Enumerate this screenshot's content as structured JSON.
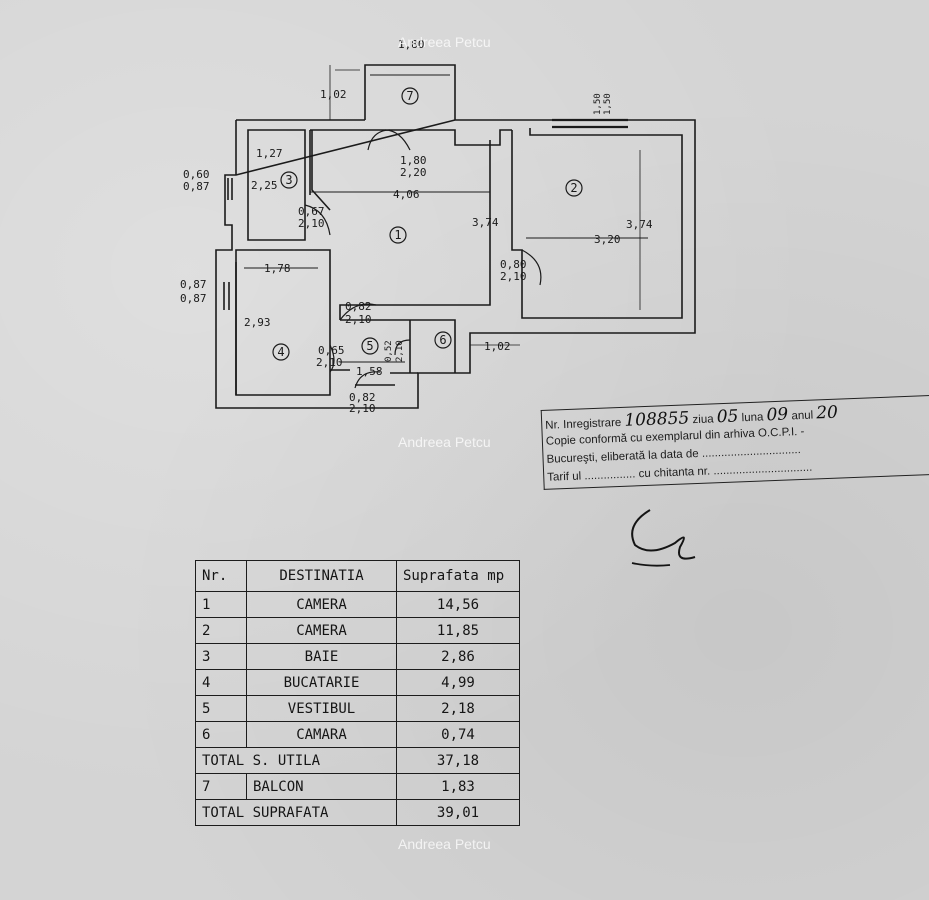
{
  "watermarks": [
    "Andreea Petcu",
    "Andreea Petcu",
    "Andreea Petcu"
  ],
  "plan": {
    "room_numbers": [
      "1",
      "2",
      "3",
      "4",
      "5",
      "6",
      "7"
    ],
    "dimensions": {
      "balcony_width": "1,80",
      "balcony_depth": "1,02",
      "window_top": "1,50",
      "window_top_2": "1,50",
      "door_balcony_w": "1,80",
      "door_balcony_h": "2,20",
      "room1_width": "4,06",
      "room1_length": "3,74",
      "room2_length": "3,74",
      "room2_width": "3,20",
      "bath_width": "1,27",
      "bath_length": "2,25",
      "bath_window_w": "0,60",
      "bath_window_h": "0,87",
      "door3_w": "0,67",
      "door3_h": "2,10",
      "kitchen_window_w": "0,87",
      "kitchen_window_h": "0,87",
      "kitchen_width": "1,78",
      "kitchen_length": "2,93",
      "door2_w": "0,80",
      "door2_h": "2,10",
      "door5_w": "0,82",
      "door5_h": "2,10",
      "door4_w": "0,65",
      "door4_h": "2,10",
      "door6_w": "0,52",
      "door6_h": "2,10",
      "hall_width": "1,58",
      "entry_w": "0,82",
      "entry_h": "2,10",
      "pantry_depth": "1,02"
    }
  },
  "stamp": {
    "line1_label": "Nr. Inregistrare",
    "line1_number": "108855",
    "line1_day_label": "ziua",
    "line1_day": "05",
    "line1_month_label": "luna",
    "line1_month": "09",
    "line1_year_label": "anul",
    "line1_year": "20",
    "line2": "Copie conformă cu exemplarul din arhiva O.C.P.I. -",
    "line3": "Bucureşti, eliberată la data de ...............................",
    "line4": "Tarif ul ................ cu chitanta nr. ..............................."
  },
  "table": {
    "headers": [
      "Nr.",
      "DESTINATIA",
      "Suprafata mp"
    ],
    "rows": [
      {
        "nr": "1",
        "dest": "CAMERA",
        "area": "14,56"
      },
      {
        "nr": "2",
        "dest": "CAMERA",
        "area": "11,85"
      },
      {
        "nr": "3",
        "dest": "BAIE",
        "area": "2,86"
      },
      {
        "nr": "4",
        "dest": "BUCATARIE",
        "area": "4,99"
      },
      {
        "nr": "5",
        "dest": "VESTIBUL",
        "area": "2,18"
      },
      {
        "nr": "6",
        "dest": "CAMARA",
        "area": "0,74"
      }
    ],
    "total_util_label": "TOTAL S. UTILA",
    "total_util_value": "37,18",
    "balcony": {
      "nr": "7",
      "dest": "BALCON",
      "area": "1,83"
    },
    "total_label": "TOTAL SUPRAFATA",
    "total_value": "39,01"
  }
}
